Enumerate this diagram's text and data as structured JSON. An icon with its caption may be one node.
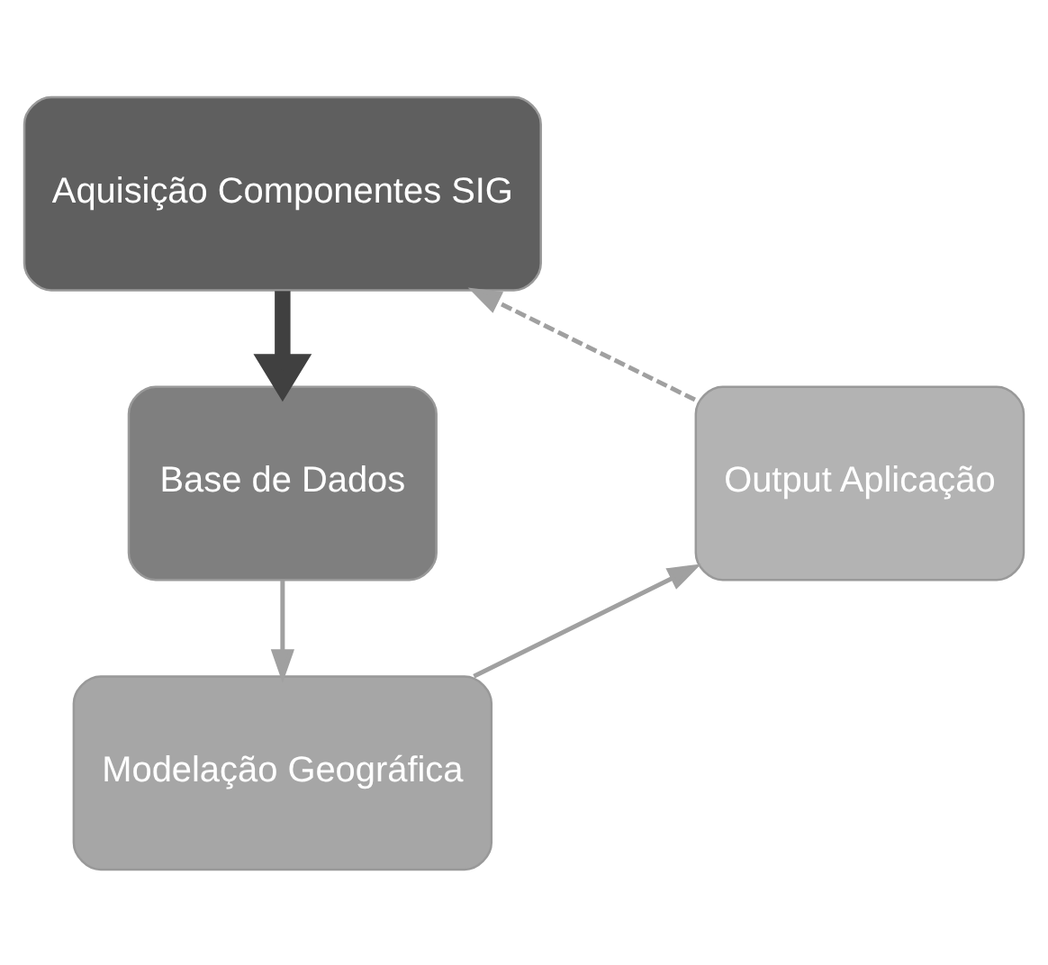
{
  "diagram": {
    "nodes": [
      {
        "text": [
          "Aquisição Componentes SIG"
        ]
      },
      {
        "text": [
          "Base de Dados"
        ]
      },
      {
        "text": [
          "Modelação Geográfica"
        ]
      },
      {
        "text": [
          "Output Aplicação"
        ]
      }
    ],
    "edges": [
      {
        "from": 0,
        "to": 1,
        "arrow": "to",
        "style": "thick",
        "color": "#404040"
      },
      {
        "from": 1,
        "to": 2,
        "arrow": "to"
      },
      {
        "from": 2,
        "to": 3,
        "arrow": "to"
      },
      {
        "from": 3,
        "to": 0,
        "arrow": "to",
        "style": "dashed"
      }
    ]
  }
}
